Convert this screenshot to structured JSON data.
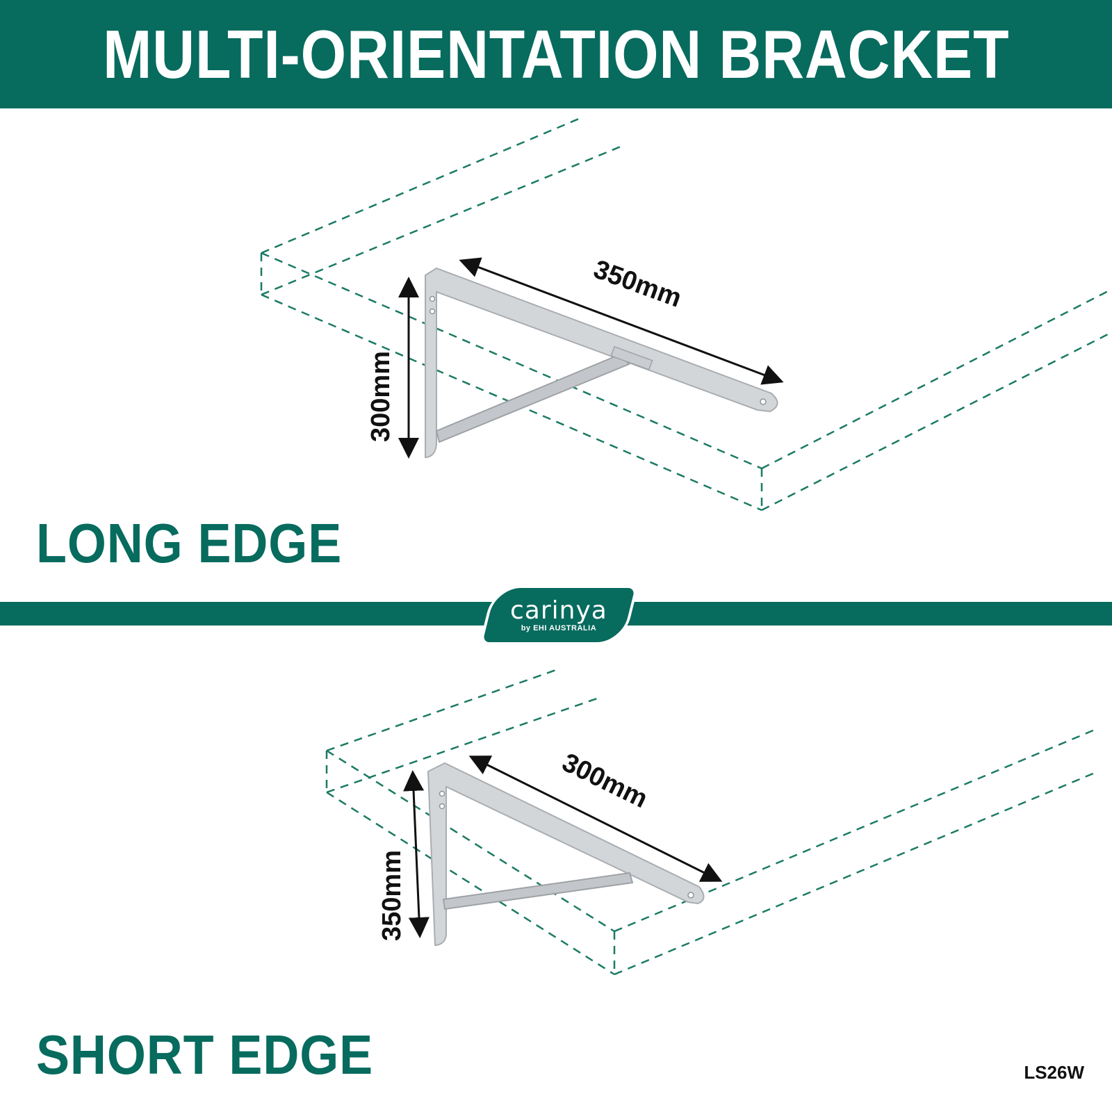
{
  "header": {
    "title": "MULTI-ORIENTATION BRACKET"
  },
  "long_edge": {
    "label": "LONG EDGE",
    "horizontal_dimension": "350mm",
    "vertical_dimension": "300mm"
  },
  "short_edge": {
    "label": "SHORT EDGE",
    "horizontal_dimension": "300mm",
    "vertical_dimension": "350mm"
  },
  "brand": {
    "name": "carinya",
    "tagline": "by EHI AUSTRALIA"
  },
  "sku": "LS26W",
  "colors": {
    "brand_green": "#076b5e",
    "bracket": "#c8ccd0",
    "dash": "#1a7a64"
  },
  "icons": {
    "brand_logo": "carinya-logo",
    "arrow": "double-headed-arrow"
  }
}
